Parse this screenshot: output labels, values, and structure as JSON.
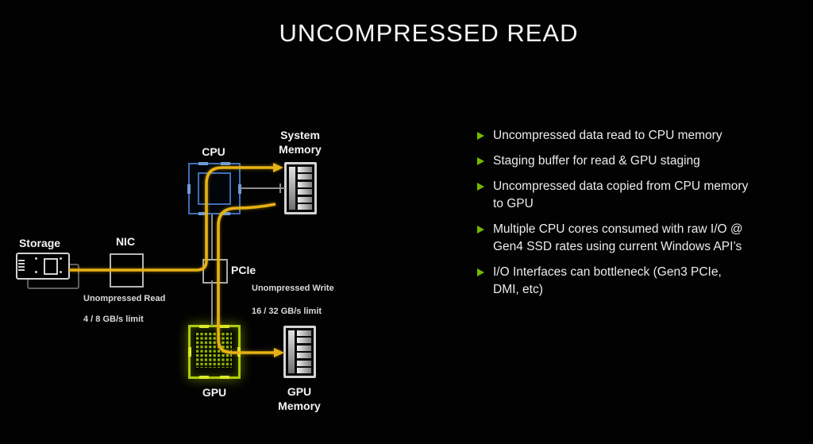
{
  "title": "UNCOMPRESSED READ",
  "diagram": {
    "nodes": {
      "storage": "Storage",
      "nic": "NIC",
      "cpu": "CPU",
      "pcie": "PCIe",
      "gpu": "GPU",
      "system_memory": "System\nMemory",
      "gpu_memory": "GPU\nMemory"
    },
    "annotations": {
      "read_flow_label": "Unompressed Read",
      "read_flow_limit": "4 / 8 GB/s limit",
      "write_flow_label": "Unompressed Write",
      "write_flow_limit": "16 / 32 GB/s limit"
    },
    "colors": {
      "arrow_yellow": "#e7b115",
      "cpu_blue": "#3e6fb8",
      "gpu_green": "#aecb0a",
      "bullet_green": "#76b900",
      "connector_gray": "#8e8e8e"
    }
  },
  "bullets": [
    "Uncompressed data read to CPU memory",
    "Staging buffer for read & GPU staging",
    "Uncompressed data copied from CPU memory\nto GPU",
    "Multiple CPU cores consumed with raw I/O @\nGen4 SSD rates using current Windows API’s",
    "I/O Interfaces can bottleneck (Gen3 PCIe,\nDMI, etc)"
  ]
}
